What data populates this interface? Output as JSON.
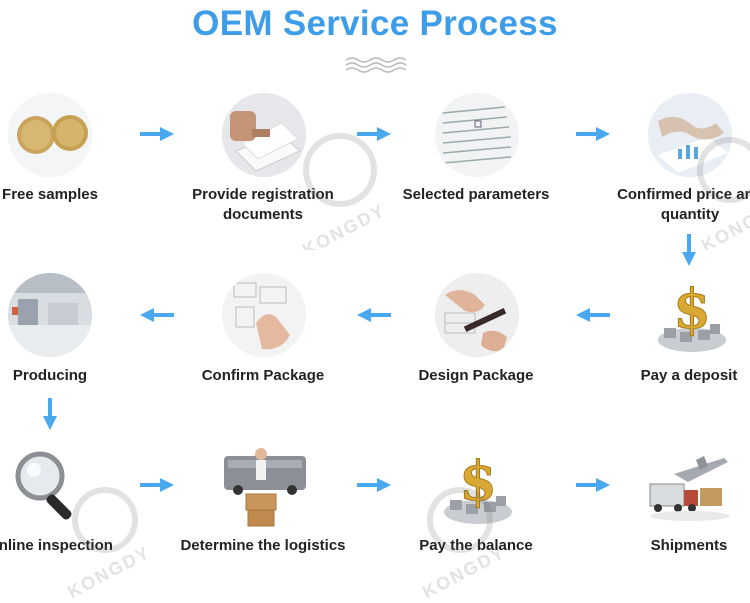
{
  "title": "OEM Service Process",
  "accent_color": "#3d9de8",
  "arrow_color": "#4aa8f0",
  "watermark": "KONGDY",
  "steps": [
    {
      "label": "Free samples",
      "icon": "samples-icon"
    },
    {
      "label": "Provide registration documents",
      "icon": "documents-icon"
    },
    {
      "label": "Selected parameters",
      "icon": "parameters-icon"
    },
    {
      "label": "Confirmed price and quantity",
      "icon": "handshake-icon"
    },
    {
      "label": "Pay a deposit",
      "icon": "dollar-icon"
    },
    {
      "label": "Design Package",
      "icon": "design-icon"
    },
    {
      "label": "Confirm Package",
      "icon": "confirm-icon"
    },
    {
      "label": "Producing",
      "icon": "factory-icon"
    },
    {
      "label": "Online inspection",
      "icon": "magnifier-icon"
    },
    {
      "label": "Determine the logistics",
      "icon": "logistics-icon"
    },
    {
      "label": "Pay the balance",
      "icon": "dollar-icon"
    },
    {
      "label": "Shipments",
      "icon": "shipment-icon"
    }
  ]
}
